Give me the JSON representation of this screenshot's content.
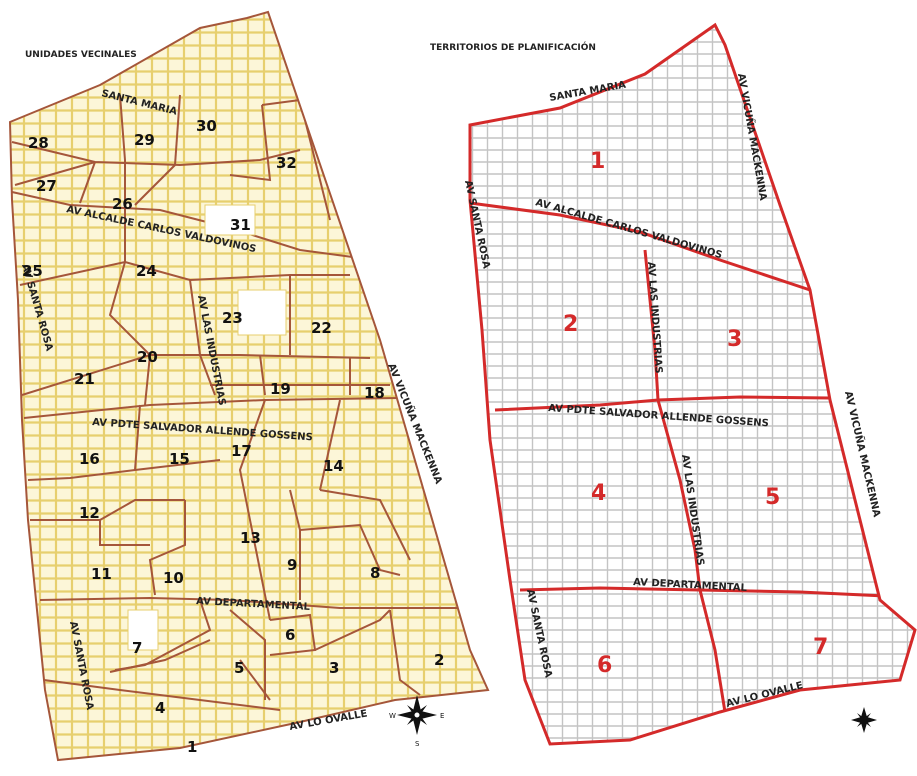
{
  "left_map": {
    "title": "UNIDADES VECINALES",
    "streets": {
      "santa_maria": "SANTA MARIA",
      "alcalde": "AV ALCALDE CARLOS VALDOVINOS",
      "las_industrias": "AV LAS INDUSTRIAS",
      "santa_rosa_upper": "AV SANTA ROSA",
      "vicuna": "AV VICUÑA MACKENNA",
      "salvador_allende": "AV PDTE SALVADOR ALLENDE GOSSENS",
      "departamental": "AV DEPARTAMENTAL",
      "santa_rosa_lower": "AV SANTA ROSA",
      "lo_ovalle": "AV LO OVALLE"
    },
    "unidades": [
      "28",
      "29",
      "30",
      "32",
      "27",
      "26",
      "31",
      "25",
      "24",
      "23",
      "22",
      "20",
      "21",
      "19",
      "18",
      "16",
      "15",
      "17",
      "14",
      "12",
      "13",
      "11",
      "10",
      "9",
      "8",
      "7",
      "6",
      "5",
      "3",
      "2",
      "4",
      "1"
    ],
    "compass": {
      "w": "W",
      "e": "E",
      "s": "S"
    },
    "colors": {
      "boundary": "#a5563a",
      "streets": "#e7cf6e",
      "fill": "#fcf6d8"
    }
  },
  "right_map": {
    "title": "TERRITORIOS DE PLANIFICACIÓN",
    "streets": {
      "santa_maria": "SANTA MARIA",
      "vicuna_upper": "AV VICUÑA MACKENNA",
      "santa_rosa_upper": "AV SANTA ROSA",
      "alcalde": "AV ALCALDE CARLOS VALDOVINOS",
      "las_industrias_upper": "AV LAS INDUSTRIAS",
      "salvador_allende": "AV PDTE SALVADOR ALLENDE GOSSENS",
      "las_industrias_lower": "AV LAS INDUSTRIAS",
      "vicuna_lower": "AV VICUÑA MACKENNA",
      "departamental": "AV DEPARTAMENTAL",
      "santa_rosa_lower": "AV SANTA ROSA",
      "lo_ovalle": "AV LO OVALLE"
    },
    "territorios": [
      "1",
      "2",
      "3",
      "4",
      "5",
      "6",
      "7"
    ],
    "colors": {
      "boundary": "#d42a2a",
      "streets": "#bcbcbc"
    }
  }
}
